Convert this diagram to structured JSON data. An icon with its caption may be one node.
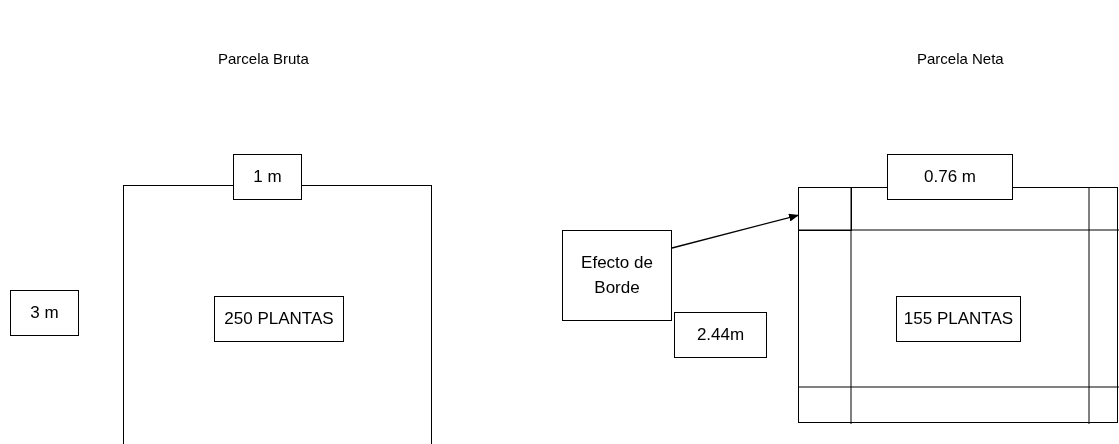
{
  "diagram": {
    "nodes": [
      {
        "text": [],
        "shape": "box"
      },
      {
        "text": [
          "1 m"
        ]
      },
      {
        "text": [
          "3 m"
        ]
      },
      {
        "text": [
          "250 PLANTAS"
        ],
        "in": 0
      },
      {
        "text": [
          "Efecto de Borde"
        ]
      },
      {
        "text": [],
        "shape": "box"
      },
      {
        "text": [],
        "shape": "box",
        "in": 5
      },
      {
        "text": [
          "0.76 m"
        ]
      },
      {
        "text": [
          "2.44m"
        ]
      },
      {
        "text": [
          "155 PLANTAS"
        ],
        "in": 5
      }
    ],
    "edges": [
      {
        "from": 4,
        "to": 6,
        "arrow": "to"
      }
    ],
    "labels": [
      "Parcela Bruta",
      "Parcela Neta"
    ]
  }
}
